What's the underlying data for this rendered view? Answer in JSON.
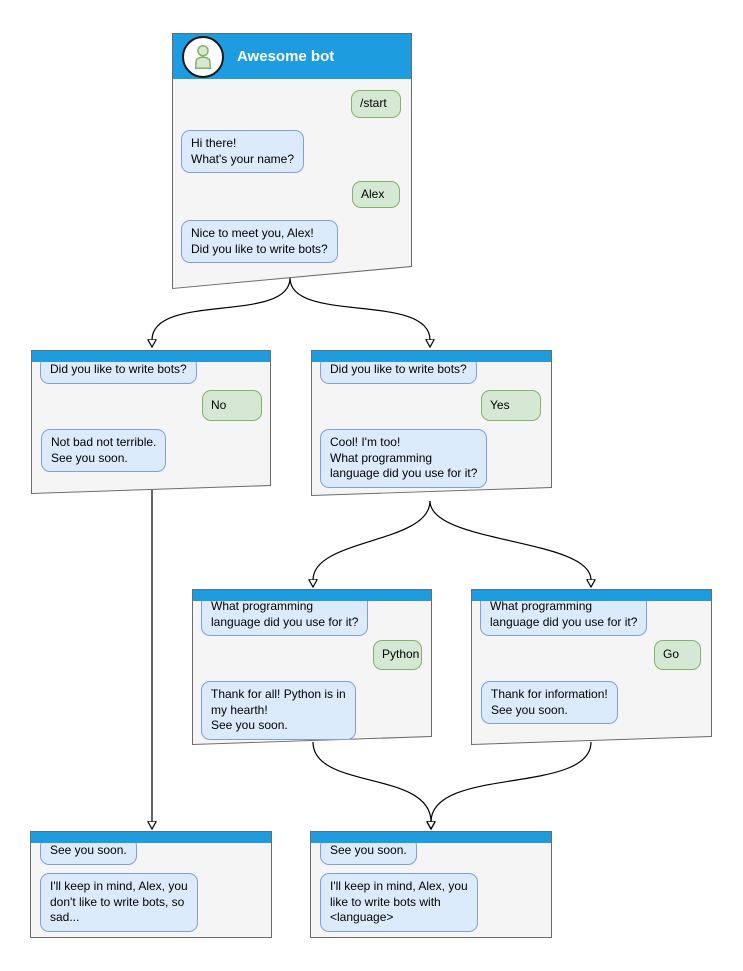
{
  "colors": {
    "header_blue": "#1e9ce0",
    "window_bg": "#f5f5f5",
    "window_border": "#6b6b6b",
    "bot_bubble_bg": "#dcebfb",
    "bot_bubble_border": "#7e9fe6",
    "user_bubble_bg": "#d5e8d4",
    "user_bubble_border": "#82b366",
    "arrow": "#000000"
  },
  "windows": {
    "main": {
      "title": "Awesome bot",
      "messages": {
        "start": "/start",
        "hi": "Hi there!\nWhat's your name?",
        "alex": "Alex",
        "nice": "Nice to meet you, Alex!\nDid you like to write bots?"
      }
    },
    "no": {
      "messages": {
        "question": "Did you like to write bots?",
        "answer": "No",
        "reply": "Not bad not terrible.\nSee you soon."
      }
    },
    "yes": {
      "messages": {
        "question": "Did you like to write bots?",
        "answer": "Yes",
        "reply": "Cool! I'm too!\nWhat programming\nlanguage did you use for it?"
      }
    },
    "python": {
      "messages": {
        "question": "What programming\nlanguage did you use for it?",
        "answer": "Python",
        "reply": "Thank for all! Python is in\nmy hearth!\nSee you soon."
      }
    },
    "go": {
      "messages": {
        "question": "What programming\nlanguage did you use for it?",
        "answer": "Go",
        "reply": "Thank for information!\nSee you soon."
      }
    },
    "bye_no": {
      "messages": {
        "question": "See you soon.",
        "reply": "I'll keep in mind, Alex, you\ndon't like to write bots, so\nsad..."
      }
    },
    "bye_yes": {
      "messages": {
        "question": "See you soon.",
        "reply": "I'll keep in mind, Alex, you\nlike to write bots with\n<language>"
      }
    }
  }
}
